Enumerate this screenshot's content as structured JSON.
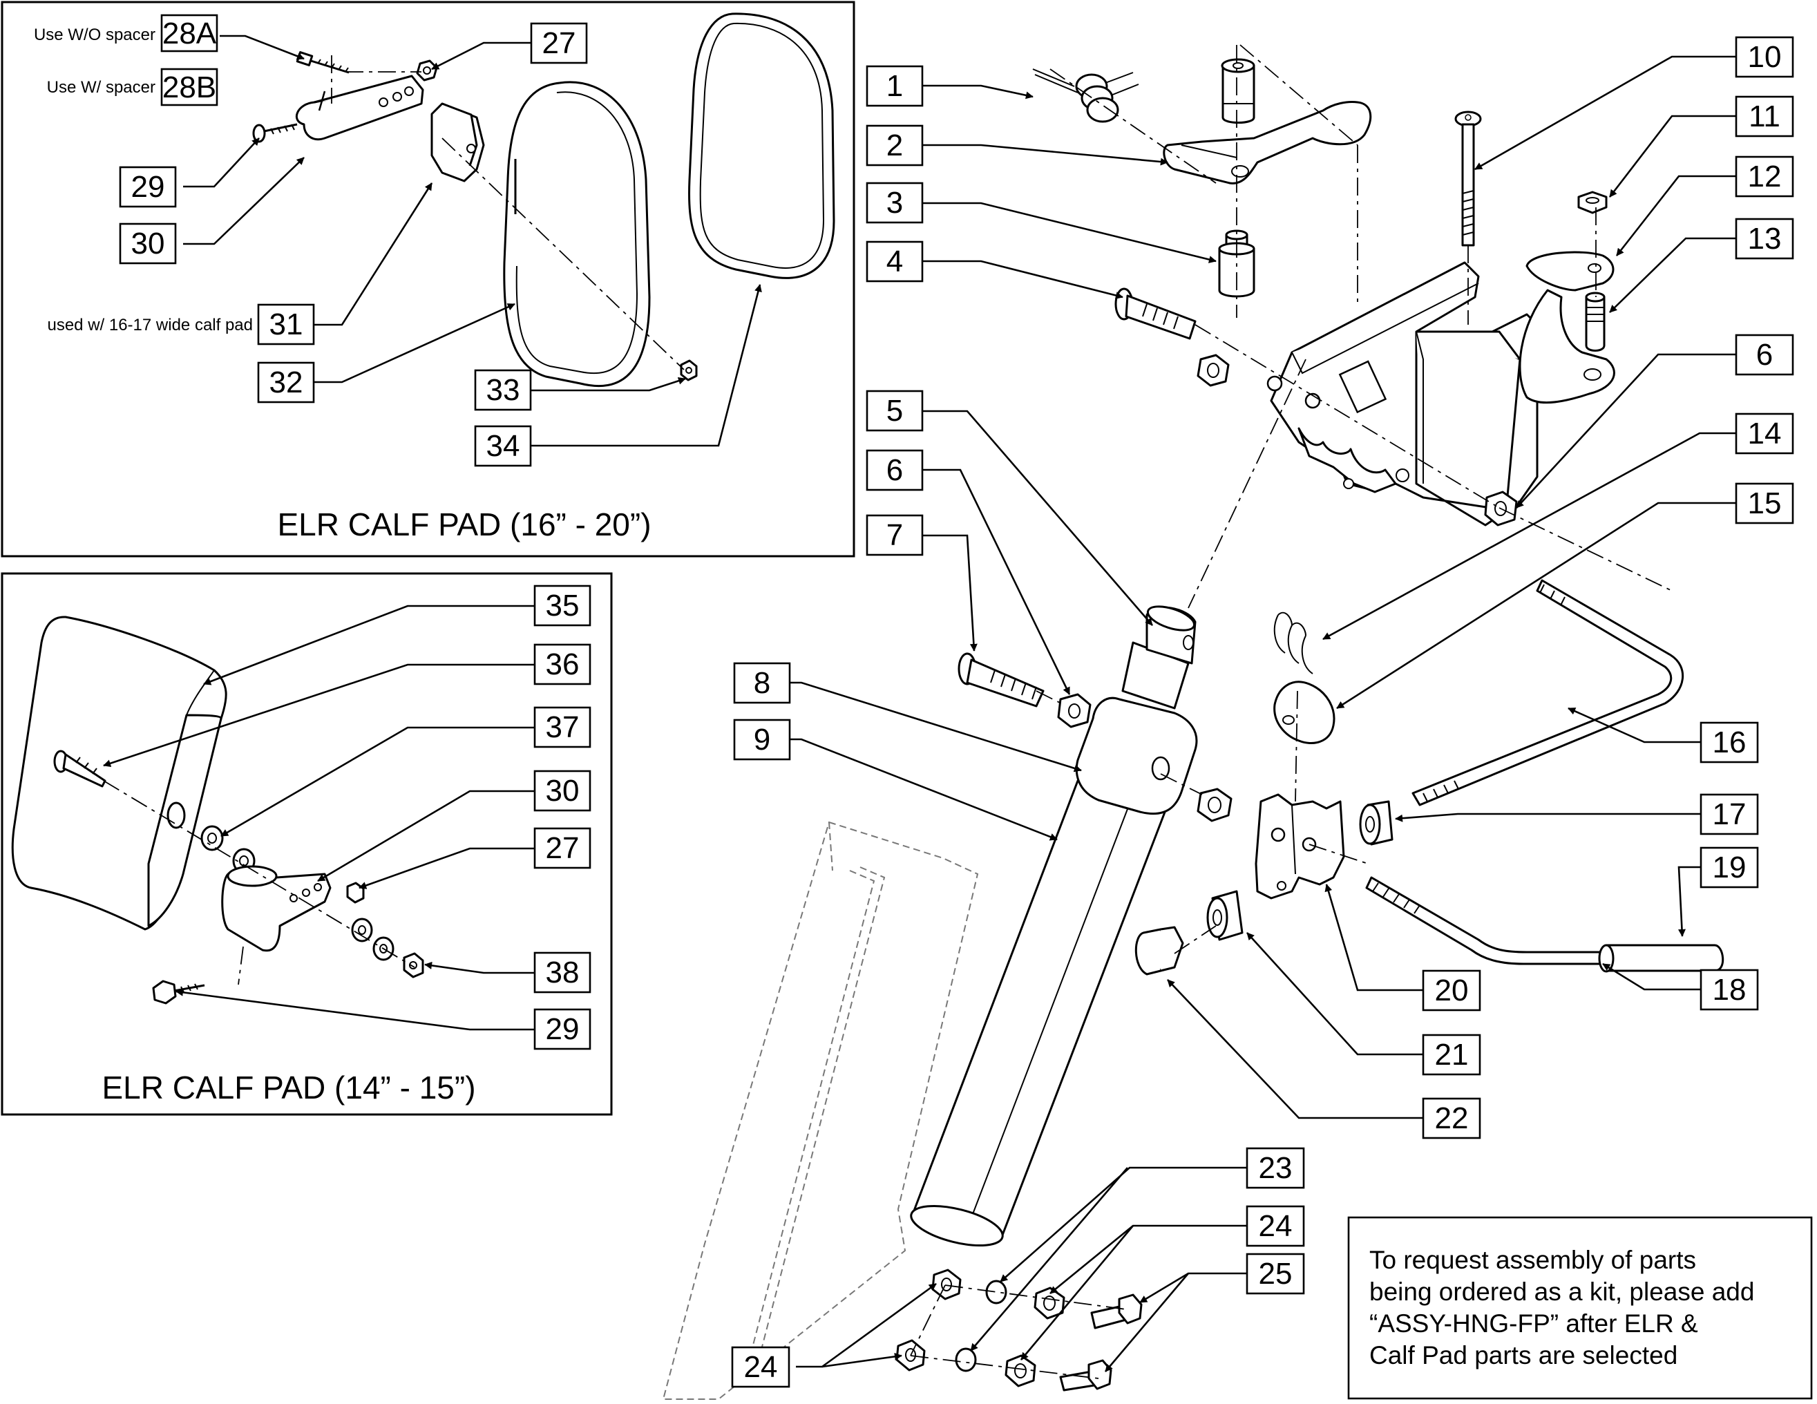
{
  "insets": {
    "top": {
      "title": "ELR CALF PAD (16” - 20”)",
      "note_28a": "Use W/O spacer",
      "note_28b": "Use W/ spacer",
      "note_31": "used w/ 16-17 wide calf pad"
    },
    "bottom": {
      "title": "ELR CALF PAD (14” - 15”)"
    }
  },
  "callouts": {
    "c1": "1",
    "c2": "2",
    "c3": "3",
    "c4": "4",
    "c5": "5",
    "c6a": "6",
    "c6b": "6",
    "c7": "7",
    "c8": "8",
    "c9": "9",
    "c10": "10",
    "c11": "11",
    "c12": "12",
    "c13": "13",
    "c14": "14",
    "c15": "15",
    "c16": "16",
    "c17": "17",
    "c18": "18",
    "c19": "19",
    "c20": "20",
    "c21": "21",
    "c22": "22",
    "c23": "23",
    "c24a": "24",
    "c24b": "24",
    "c25": "25",
    "c27a": "27",
    "c28a": "28A",
    "c28b": "28B",
    "c29a": "29",
    "c30a": "30",
    "c31": "31",
    "c32": "32",
    "c33": "33",
    "c34": "34",
    "c35": "35",
    "c36": "36",
    "c37": "37",
    "c30b": "30",
    "c27b": "27",
    "c38": "38",
    "c29b": "29"
  },
  "kit_note": {
    "line1": "To request assembly of parts",
    "line2": "being ordered as a kit, please add",
    "line3": "“ASSY-HNG-FP” after ELR &",
    "line4": "Calf Pad parts are selected"
  }
}
